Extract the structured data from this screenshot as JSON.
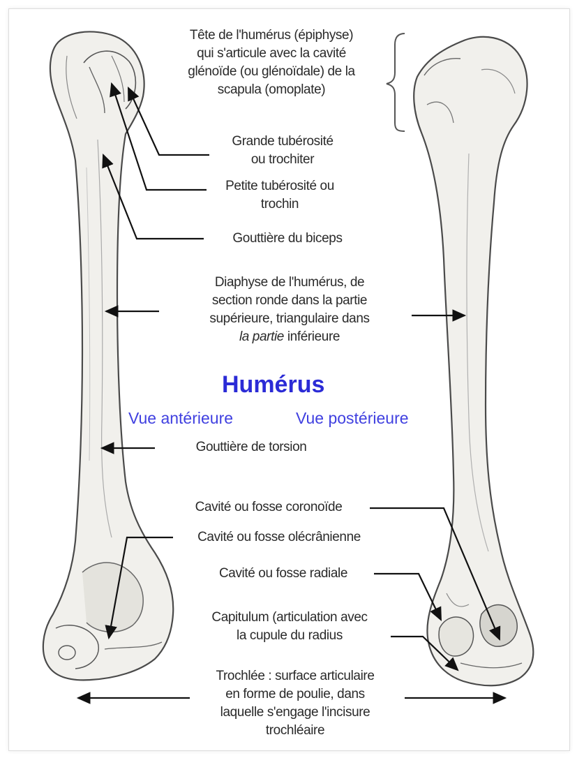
{
  "title": "Humérus",
  "views": {
    "anterior": "Vue antérieure",
    "posterior": "Vue postérieure"
  },
  "labels": {
    "head": [
      "Tête de l'humérus (épiphyse)",
      "qui s'articule avec la cavité",
      "glénoïde (ou glénoïdale) de la",
      "scapula (omoplate)"
    ],
    "greater_tuberosity": [
      "Grande tubérosité",
      "ou trochiter"
    ],
    "lesser_tuberosity": [
      "Petite tubérosité ou",
      "trochin"
    ],
    "bicipital_groove": "Gouttière du biceps",
    "diaphysis": [
      "Diaphyse de l'humérus, de",
      "section ronde dans la partie",
      "supérieure, triangulaire dans",
      "la partie",
      "inférieure"
    ],
    "torsion_groove": "Gouttière de torsion",
    "coronoid_fossa": "Cavité ou fosse coronoïde",
    "olecranon_fossa": "Cavité ou fosse olécrânienne",
    "radial_fossa": "Cavité ou fosse radiale",
    "capitulum": [
      "Capitulum (articulation avec",
      "la cupule du radius"
    ],
    "trochlea": [
      "Trochlée : surface articulaire",
      "en forme de poulie, dans",
      "laquelle s'engage l'incisure",
      "trochléaire"
    ]
  },
  "colors": {
    "title": "#2b2bd6",
    "views": "#4040e0",
    "text": "#2a2a2a",
    "bone_fill": "#f1f0ec",
    "bone_outline": "#4a4a4a"
  }
}
